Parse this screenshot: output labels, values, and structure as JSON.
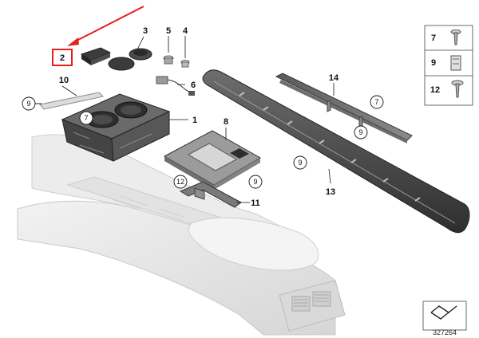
{
  "colors": {
    "accent": "#e8201c",
    "part_dark": "#3a3a3a",
    "part_mid": "#7b7b7b",
    "console_light": "#e7e7e7",
    "line": "#111111"
  },
  "callouts": {
    "c1": "1",
    "c2": "2",
    "c3": "3",
    "c4": "4",
    "c5": "5",
    "c6": "6",
    "c8": "8",
    "c10": "10",
    "c11": "11",
    "c13": "13",
    "c14": "14"
  },
  "circled_refs": {
    "r9_left": "9",
    "r7_cupholder": "7",
    "r12_bracket": "12",
    "r9_bezel": "9",
    "r7_trim": "7",
    "r9_trim": "9",
    "r9_panel": "9"
  },
  "side_panel": {
    "items": [
      {
        "label": "7",
        "icon": "screw-icon"
      },
      {
        "label": "9",
        "icon": "clip-icon"
      },
      {
        "label": "12",
        "icon": "screw-icon"
      }
    ]
  },
  "diagram_number": "327264",
  "icons": {
    "highlight_arrow": "arrow-icon",
    "diagram_symbol": "fold-symbol-icon"
  }
}
